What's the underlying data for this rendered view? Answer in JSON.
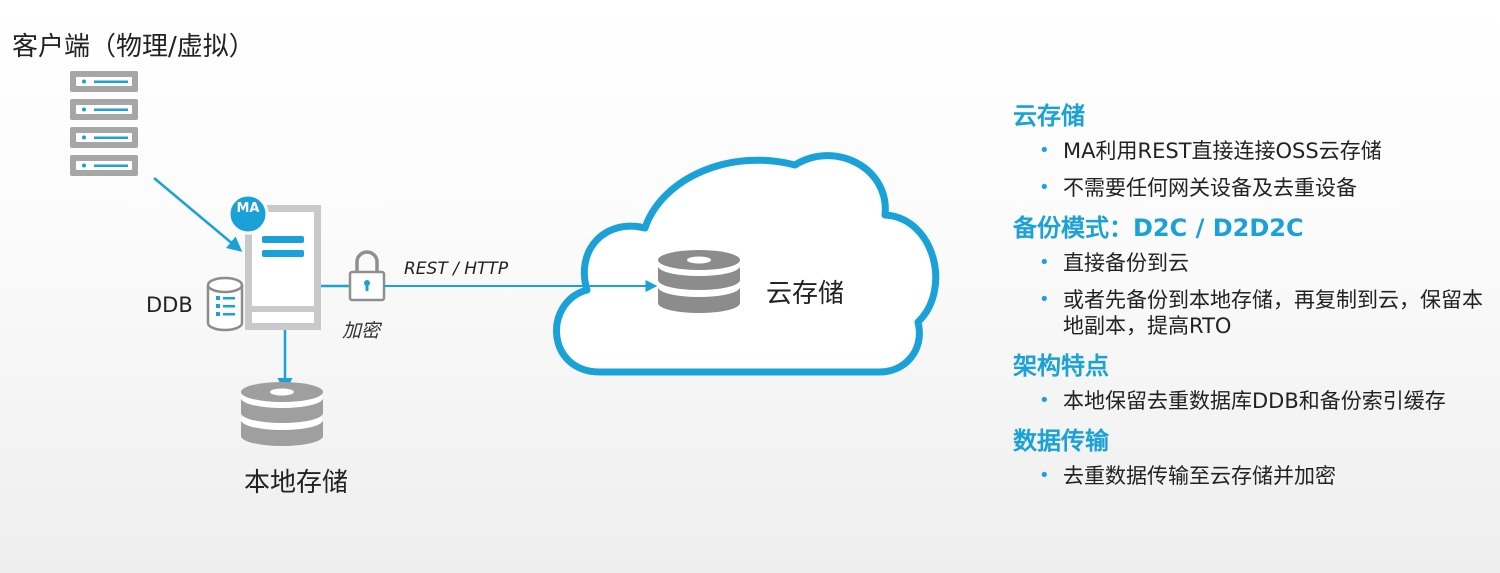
{
  "diagram": {
    "client_label": "客户端（物理/虚拟）",
    "ma_badge": "MA",
    "ddb_label": "DDB",
    "protocol_label": "REST / HTTP",
    "encryption_label": "加密",
    "local_storage_label": "本地存储",
    "cloud_storage_label": "云存储"
  },
  "colors": {
    "accent": "#1aa1d8",
    "server_gray": "#9a9a9a",
    "cloud_outline": "#1aa1d8"
  },
  "info": {
    "sections": [
      {
        "title": "云存储",
        "items": [
          "MA利用REST直接连接OSS云存储",
          "不需要任何网关设备及去重设备"
        ]
      },
      {
        "title": "备份模式：D2C / D2D2C",
        "items": [
          "直接备份到云",
          "或者先备份到本地存储，再复制到云，保留本地副本，提高RTO"
        ]
      },
      {
        "title": "架构特点",
        "items": [
          "本地保留去重数据库DDB和备份索引缓存"
        ]
      },
      {
        "title": "数据传输",
        "items": [
          "去重数据传输至云存储并加密"
        ]
      }
    ]
  }
}
